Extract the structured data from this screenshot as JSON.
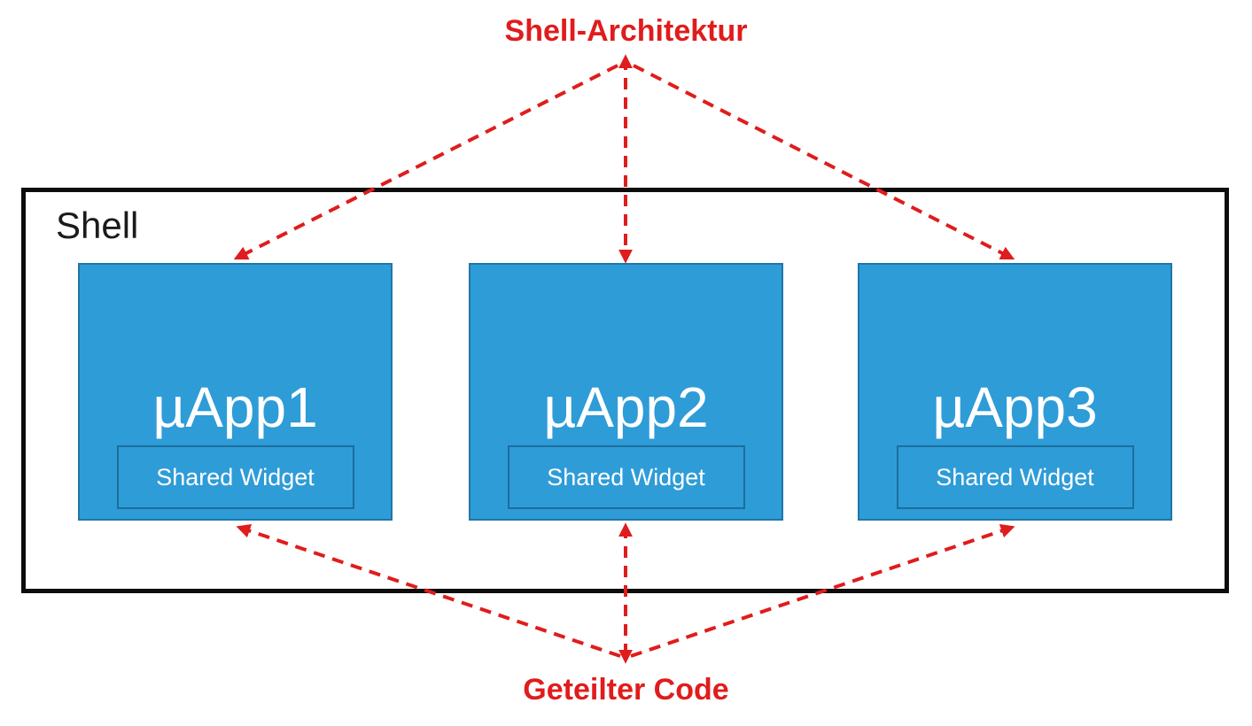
{
  "diagram": {
    "title_top": "Shell-Architektur",
    "title_bottom": "Geteilter Code",
    "shell": {
      "label": "Shell"
    },
    "apps": [
      {
        "name": "µApp1",
        "widget": "Shared Widget"
      },
      {
        "name": "µApp2",
        "widget": "Shared Widget"
      },
      {
        "name": "µApp3",
        "widget": "Shared Widget"
      }
    ],
    "colors": {
      "accent_red": "#e01c1c",
      "app_blue_fill": "#2e9cd7",
      "app_blue_border": "#2076a8",
      "widget_border": "#1d6d9c",
      "shell_border": "#0d0d0d",
      "app_text": "#ffffff",
      "shell_text": "#1b1b1b"
    }
  }
}
